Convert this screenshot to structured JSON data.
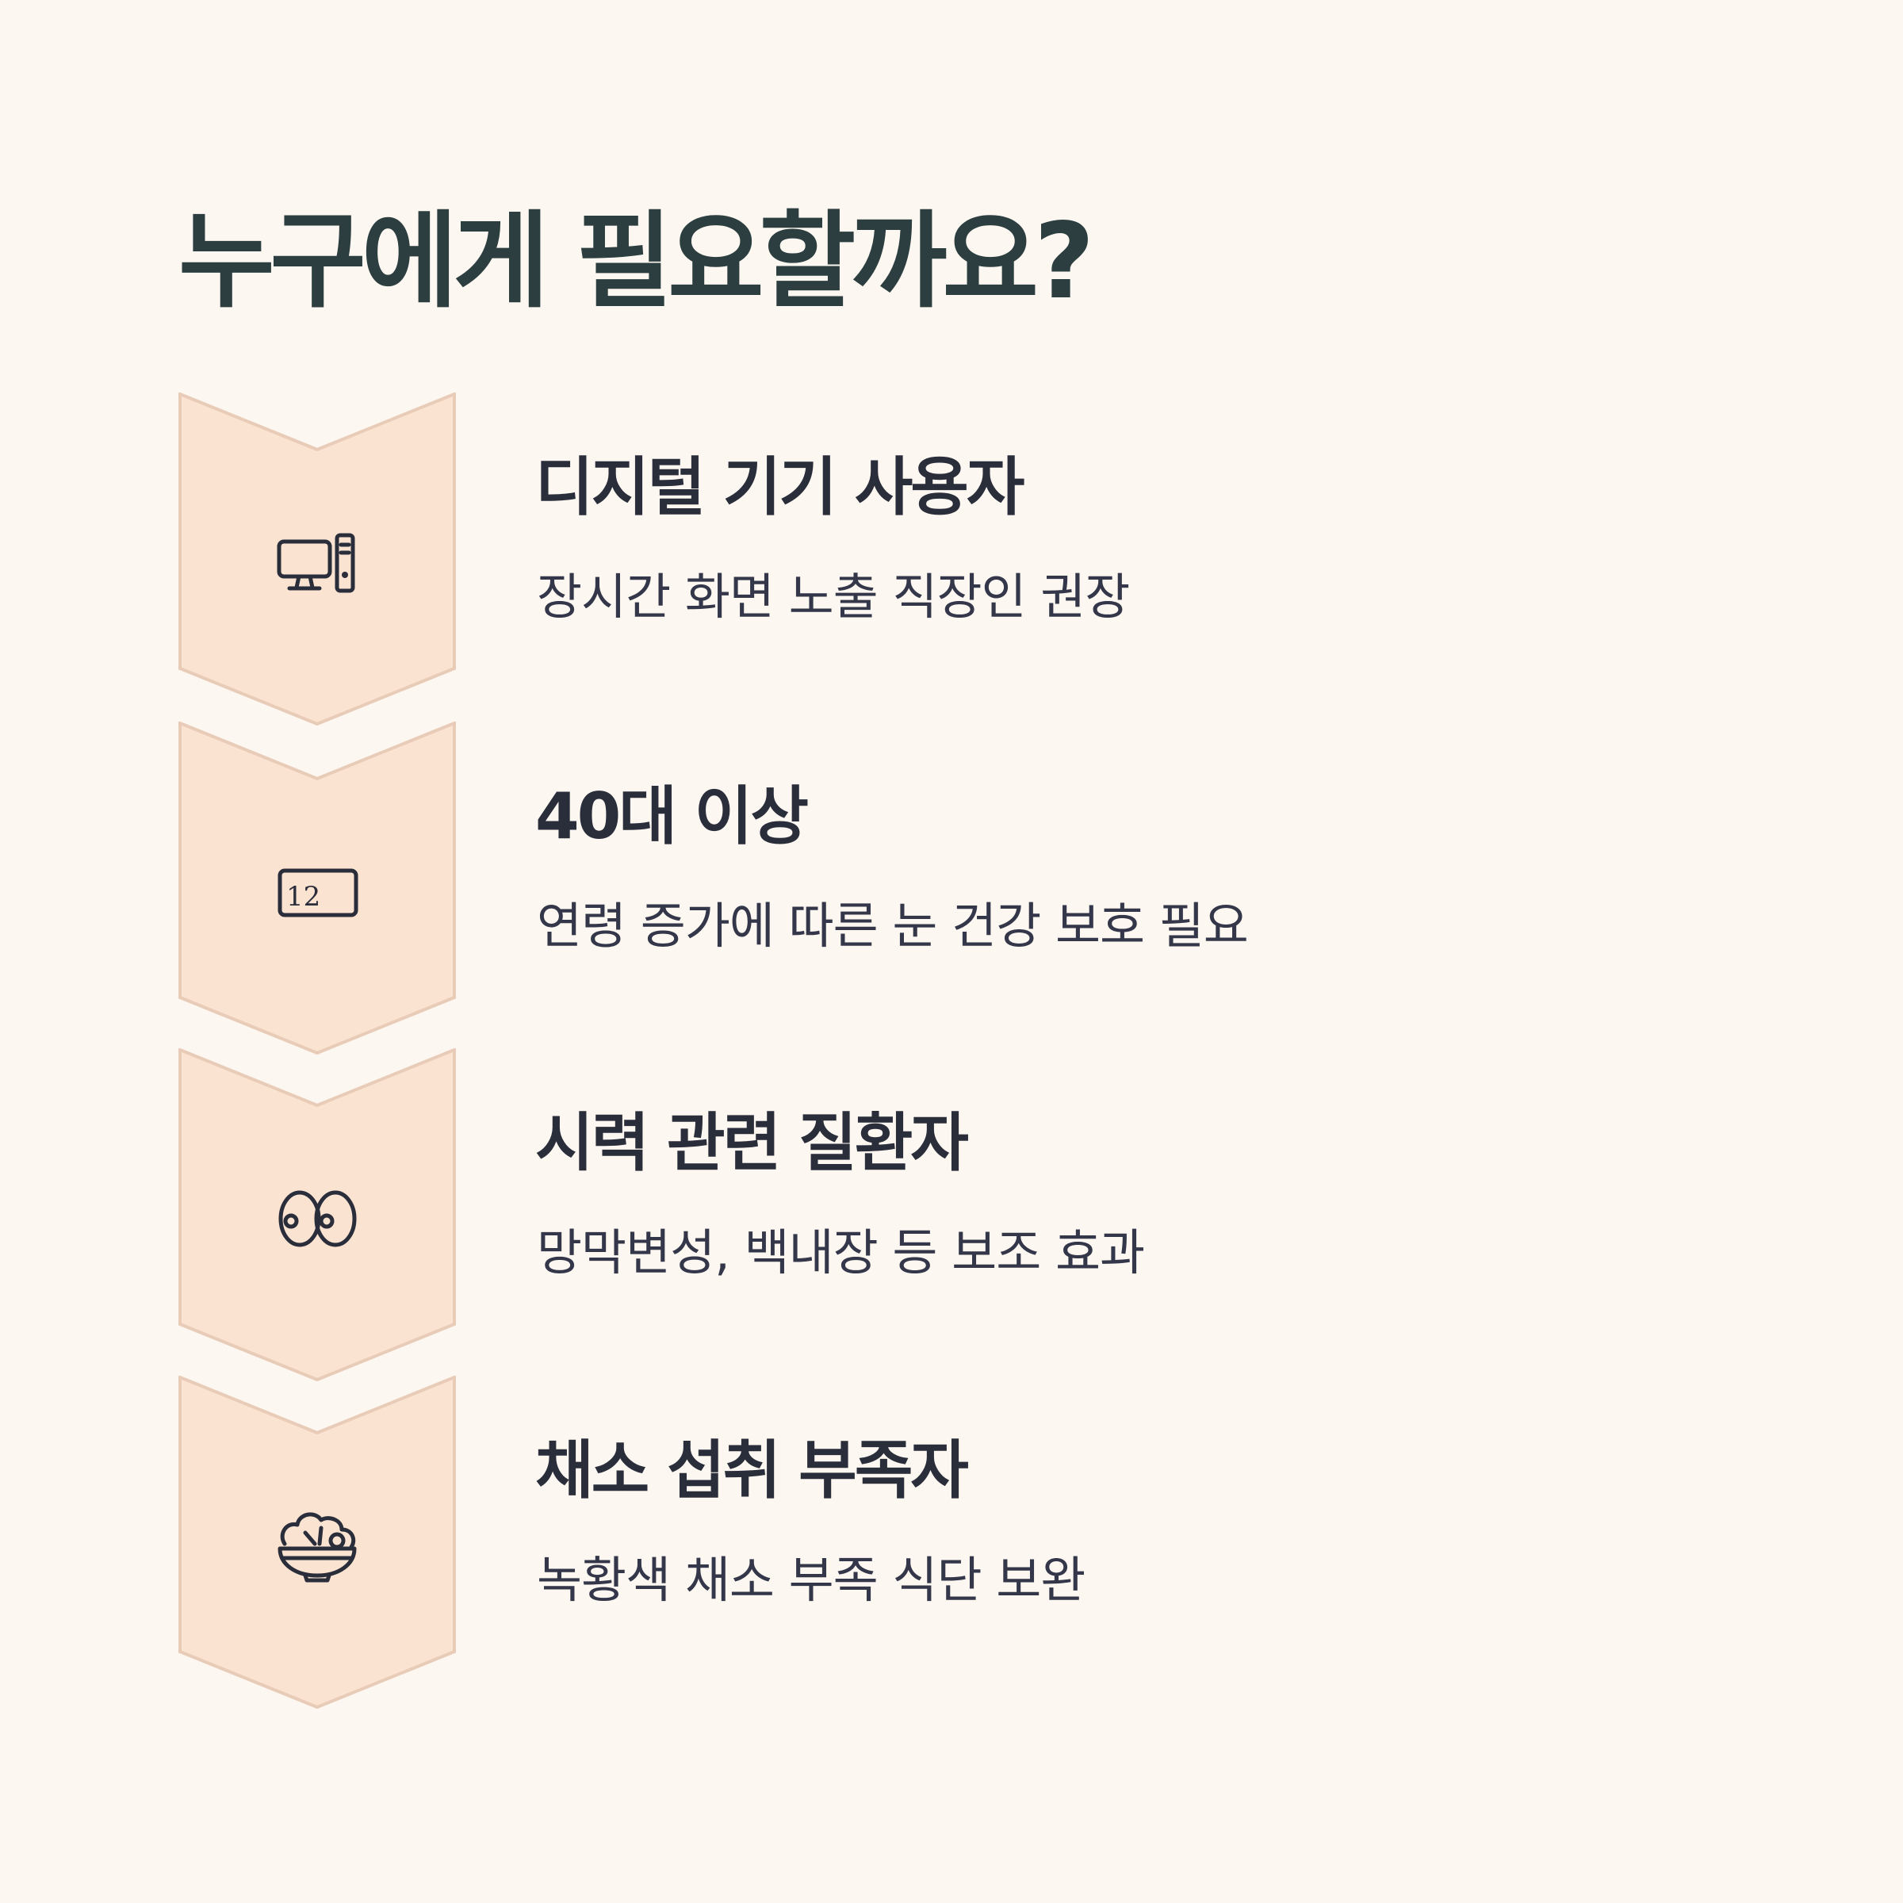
{
  "title": "누구에게 필요할까요?",
  "colors": {
    "background": "#fdf7f1",
    "chevron_fill": "#fbe3d2",
    "chevron_stroke": "#e8ccb8",
    "title": "#2c3e3f",
    "text": "#2a2d3a"
  },
  "items": [
    {
      "icon": "desktop-computer-icon",
      "title": "디지털 기기 사용자",
      "description": "장시간 화면 노출 직장인 권장"
    },
    {
      "icon": "age-card-icon",
      "icon_label": "12",
      "title": "40대 이상",
      "description": "연령 증가에 따른 눈 건강 보호 필요"
    },
    {
      "icon": "eyes-icon",
      "title": "시력 관련 질환자",
      "description": "망막변성, 백내장 등 보조 효과"
    },
    {
      "icon": "salad-bowl-icon",
      "title": "채소 섭취 부족자",
      "description": "녹황색 채소 부족 식단 보완"
    }
  ]
}
